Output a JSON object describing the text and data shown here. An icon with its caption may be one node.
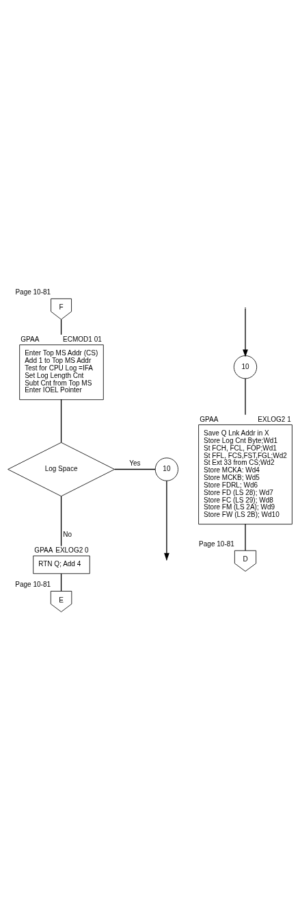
{
  "diagram": {
    "nodes": [
      {
        "text": [
          "F"
        ],
        "beside": [
          "Page 10-81"
        ]
      },
      {
        "text": [
          "GPAA",
          "ECMOD1 01",
          "Enter Top MS Addr (CS)",
          "Add 1 to Top MS Addr",
          "Test for CPU Log =IFA",
          "Set Log Length Cnt",
          "Subt Cnt from Top MS",
          "Enter IOEL Pointer"
        ]
      },
      {
        "text": [
          "Log Space"
        ]
      },
      {
        "text": [
          "10"
        ]
      },
      {
        "text": [
          "GPAA",
          "EXLOG2 0",
          "RTN Q; Add 4"
        ]
      },
      {
        "text": [
          "E"
        ],
        "beside": [
          "Page 10-81"
        ]
      },
      {
        "text": [
          "10"
        ]
      },
      {
        "text": [
          "GPAA",
          "EXLOG2 1",
          "Save Q Lnk Addr in X",
          "Store Log Cnt Byte;Wd1",
          "St FCH, FCL, FOP;Wd1",
          "St FFL, FCS,FST,FGL;Wd2",
          "St Ext 33 from CS;Wd2",
          "Store MCKA: Wd4",
          "Store MCKB; Wd5",
          "Store FDRL; Wd6",
          "Store FD (LS 28); Wd7",
          "Store FC (LS 29); Wd8",
          "Store FM (LS 2A); Wd9",
          "Store FW (LS 2B); Wd10"
        ]
      },
      {
        "text": [
          "D"
        ],
        "beside": [
          "Page 10-81"
        ]
      }
    ],
    "edges": [
      {
        "from": 0,
        "to": 1,
        "arrow": "none"
      },
      {
        "from": 1,
        "to": 2,
        "arrow": "none"
      },
      {
        "from": 2,
        "to": 3,
        "arrow": "none",
        "label": "Yes"
      },
      {
        "from": 2,
        "to": 4,
        "arrow": "none",
        "label": "No"
      },
      {
        "from": 3,
        "to": null,
        "arrow": "to"
      },
      {
        "from": 4,
        "to": 5,
        "arrow": "none"
      },
      {
        "from": null,
        "to": 6,
        "arrow": "to"
      },
      {
        "from": 6,
        "to": 7,
        "arrow": "none"
      },
      {
        "from": 7,
        "to": 8,
        "arrow": "none"
      }
    ]
  }
}
